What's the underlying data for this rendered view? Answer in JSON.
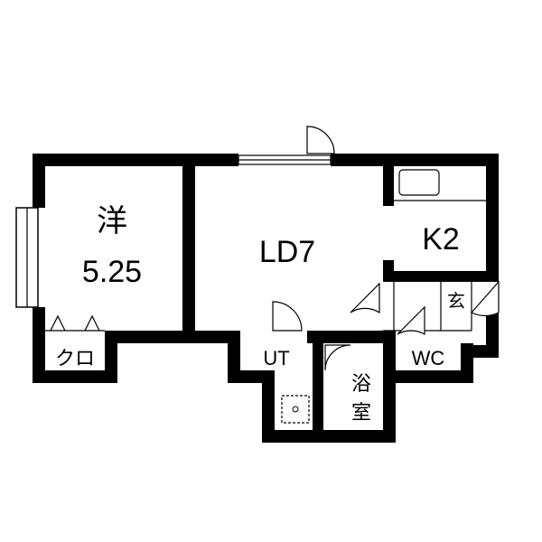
{
  "rooms": {
    "western": {
      "name": "洋",
      "size": "5.25"
    },
    "living": "LD7",
    "kitchen": "K2",
    "closet": "クロ",
    "utility": "UT",
    "bath": [
      "浴",
      "室"
    ],
    "toilet": "WC",
    "entrance": "玄"
  },
  "colors": {
    "wall": "#000000",
    "background": "#ffffff"
  }
}
